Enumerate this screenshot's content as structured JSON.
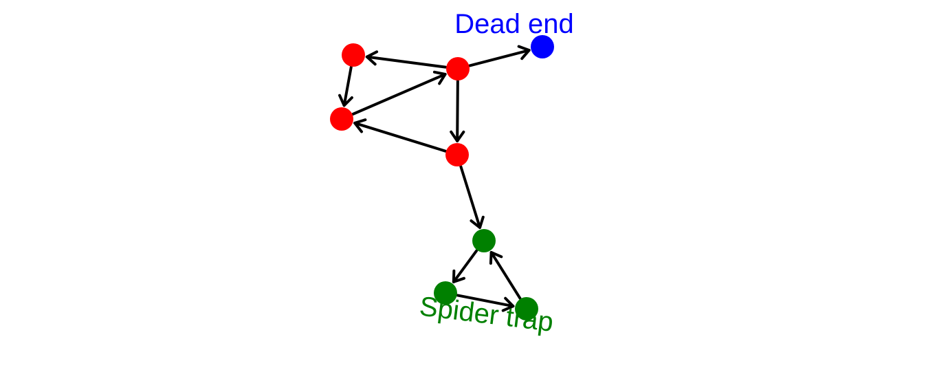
{
  "labels": {
    "dead_end": "Dead end",
    "spider_trap": "Spider trap"
  },
  "colors": {
    "main": "#ff0000",
    "dead_end": "#0000ff",
    "spider_trap": "#008000",
    "edge": "#000000"
  },
  "nodes": [
    {
      "id": "n1",
      "group": "main"
    },
    {
      "id": "n2",
      "group": "main"
    },
    {
      "id": "n3",
      "group": "main"
    },
    {
      "id": "n4",
      "group": "main"
    },
    {
      "id": "dead_end",
      "group": "dead_end"
    },
    {
      "id": "s1",
      "group": "spider_trap"
    },
    {
      "id": "s2",
      "group": "spider_trap"
    },
    {
      "id": "s3",
      "group": "spider_trap"
    }
  ],
  "edges": [
    {
      "from": "n2",
      "to": "n1"
    },
    {
      "from": "n2",
      "to": "dead_end"
    },
    {
      "from": "n1",
      "to": "n3"
    },
    {
      "from": "n3",
      "to": "n2"
    },
    {
      "from": "n2",
      "to": "n4"
    },
    {
      "from": "n4",
      "to": "n3"
    },
    {
      "from": "n4",
      "to": "s1"
    },
    {
      "from": "s1",
      "to": "s2"
    },
    {
      "from": "s2",
      "to": "s3"
    },
    {
      "from": "s3",
      "to": "s1"
    }
  ]
}
